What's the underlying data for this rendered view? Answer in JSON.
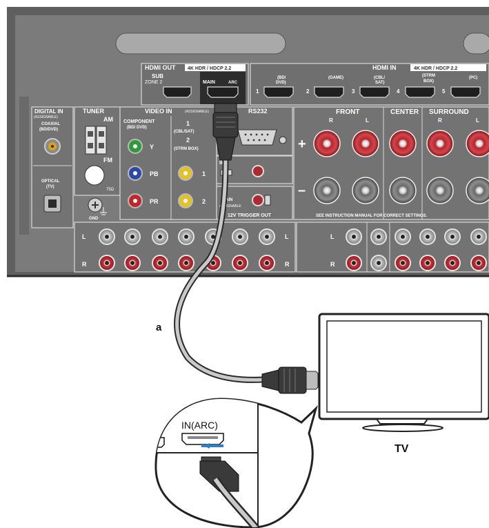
{
  "hdmi_out": {
    "title": "HDMI OUT",
    "spec": "4K HDR / HDCP 2.2",
    "sub": "SUB",
    "zone": "ZONE 2",
    "main": "MAIN",
    "arc": "ARC"
  },
  "hdmi_in": {
    "title": "HDMI IN",
    "spec": "4K HDR / HDCP 2.2",
    "ports": [
      {
        "num": "1",
        "label1": "(BD/",
        "label2": "DVD)"
      },
      {
        "num": "2",
        "label1": "(GAME)",
        "label2": ""
      },
      {
        "num": "3",
        "label1": "(CBL/",
        "label2": "SAT)"
      },
      {
        "num": "4",
        "label1": "(STRM",
        "label2": "BOX)"
      },
      {
        "num": "5",
        "label1": "(PC)",
        "label2": ""
      }
    ]
  },
  "digital_in": {
    "title": "DIGITAL IN",
    "assignable": "(ASSIGNABLE)",
    "coaxial": "COAXIAL",
    "coaxial_src": "(BD/DVD)",
    "optical": "OPTICAL",
    "optical_src": "(TV)"
  },
  "tuner": {
    "title": "TUNER",
    "am": "AM",
    "fm": "FM",
    "ohm": "75Ω"
  },
  "video_in": {
    "title": "VIDEO IN",
    "assignable": "(ASSIGNABLE)",
    "component": "COMPONENT",
    "component_src": "(BD/ DVD)",
    "y": "Y",
    "pb": "PB",
    "pr": "PR",
    "in1": "1",
    "in1_src": "(CBL/SAT)",
    "in2": "2",
    "in2_src": "(STRM BOX)",
    "comp1": "1",
    "comp2": "2"
  },
  "rs232": "RS232",
  "ir": "IR",
  "ir_in": "IN",
  "trigger": {
    "label": "12V TRIGGER OUT",
    "main": "MAIN",
    "assignable": "ASSIGNABLE"
  },
  "gnd": "GND",
  "speakers": {
    "front": "FRONT",
    "center": "CENTER",
    "surround": "SURROUND",
    "r": "R",
    "l": "L",
    "plus": "+",
    "minus": "–",
    "note": "SEE INSTRUCTION MANUAL FOR CORRECT SETTINGS."
  },
  "audio": {
    "l": "L",
    "r": "R"
  },
  "cable_label": "a",
  "tv_label": "TV",
  "tv_port_label": "IN(ARC)"
}
